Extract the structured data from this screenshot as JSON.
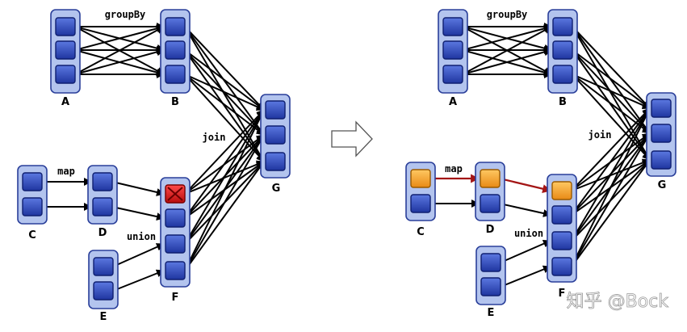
{
  "labels": {
    "groupby": "groupBy",
    "join": "join",
    "map": "map",
    "union": "union",
    "A": "A",
    "B": "B",
    "C": "C",
    "D": "D",
    "E": "E",
    "F": "F",
    "G": "G"
  },
  "watermark": "知乎 @Bock",
  "colors": {
    "partition": "#2c47b8",
    "container": "#b3c4ee",
    "lost_partition": "#d01818",
    "recomputed_partition": "#f5a52b",
    "recompute_edge": "#a31515",
    "edge": "#000000"
  },
  "icons": {
    "transition": "right-arrow-icon",
    "lost": "x-cross-icon"
  }
}
